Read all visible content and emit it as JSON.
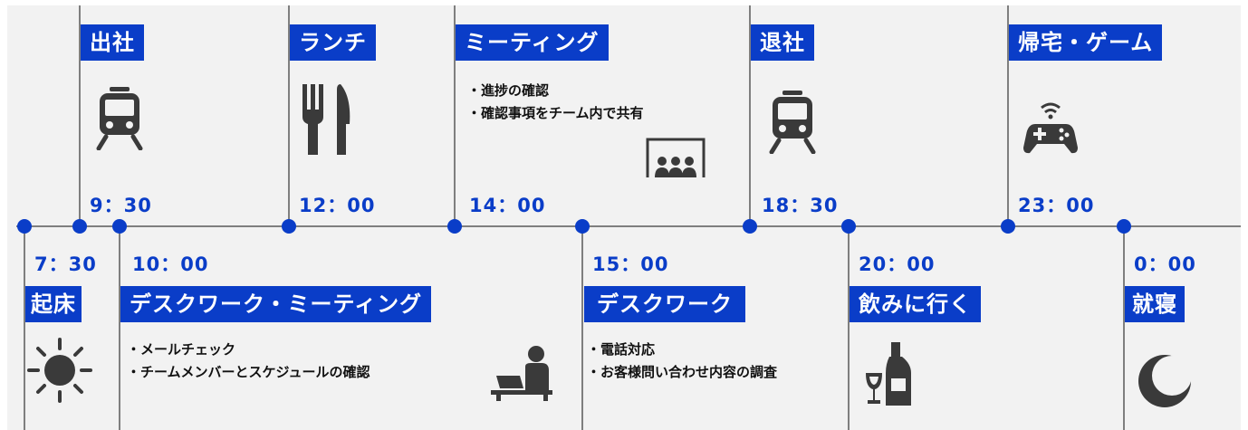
{
  "colors": {
    "accent": "#0a3dc8",
    "line": "#7f7f7f",
    "background": "#f2f2f2",
    "icon": "#3a3a3a"
  },
  "events": [
    {
      "id": "wake",
      "time": "7：30",
      "label": "起床",
      "icon": "sun-icon",
      "bullets": []
    },
    {
      "id": "commute",
      "time": "9：30",
      "label": "出社",
      "icon": "train-icon",
      "bullets": []
    },
    {
      "id": "desk1",
      "time": "10：00",
      "label": "デスクワーク・ミーティング",
      "icon": "desk-worker-icon",
      "bullets": [
        "・メールチェック",
        "・チームメンバーとスケジュールの確認"
      ]
    },
    {
      "id": "lunch",
      "time": "12：00",
      "label": "ランチ",
      "icon": "fork-knife-icon",
      "bullets": []
    },
    {
      "id": "meeting",
      "time": "14：00",
      "label": "ミーティング",
      "icon": "presentation-icon",
      "bullets": [
        "・進捗の確認",
        "・確認事項をチーム内で共有"
      ]
    },
    {
      "id": "desk2",
      "time": "15：00",
      "label": "デスクワーク",
      "icon": "phone-icon",
      "bullets": [
        "・電話対応",
        "・お客様問い合わせ内容の調査"
      ]
    },
    {
      "id": "leave",
      "time": "18：30",
      "label": "退社",
      "icon": "train-icon",
      "bullets": []
    },
    {
      "id": "drinks",
      "time": "20：00",
      "label": "飲みに行く",
      "icon": "wine-bottle-icon",
      "bullets": []
    },
    {
      "id": "game",
      "time": "23：00",
      "label": "帰宅・ゲーム",
      "icon": "game-controller-icon",
      "bullets": []
    },
    {
      "id": "sleep",
      "time": "0：00",
      "label": "就寝",
      "icon": "moon-icon",
      "bullets": []
    }
  ]
}
